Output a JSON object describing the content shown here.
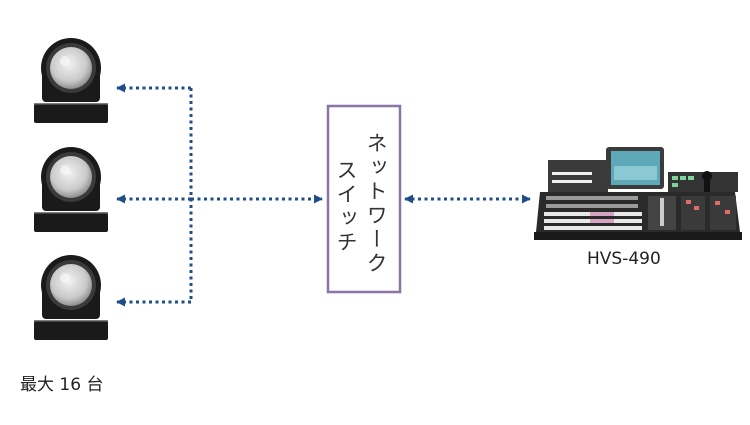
{
  "switch": {
    "line1": "ネットワーク",
    "line2": "スイッチ"
  },
  "cameras": {
    "count_label": "最大 16 台",
    "icon": "ptz-camera-icon"
  },
  "switcher": {
    "model": "HVS-490",
    "icon": "video-switcher-icon"
  },
  "colors": {
    "link": "#1f4e8c",
    "switch_border": "#8a74a8",
    "device": "#1a1a1a"
  }
}
